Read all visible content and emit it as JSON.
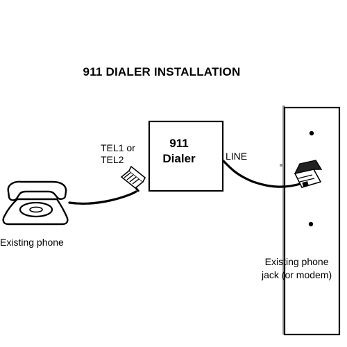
{
  "title": "911 DIALER INSTALLATION",
  "dialer": {
    "label_line1": "911",
    "label_line2": "Dialer"
  },
  "ports": {
    "tel": "TEL1 or\nTEL2",
    "line": "LINE"
  },
  "captions": {
    "phone": "Existing phone",
    "jack": "Existing phone\njack (or modem)"
  },
  "icons": {
    "phone": "telephone-icon",
    "tel_connector": "rj11-connector-icon",
    "wall_jack": "wall-jack-icon"
  },
  "colors": {
    "ink": "#000000",
    "background": "#ffffff",
    "wall_plate_shadow": "#9a9a9a"
  }
}
